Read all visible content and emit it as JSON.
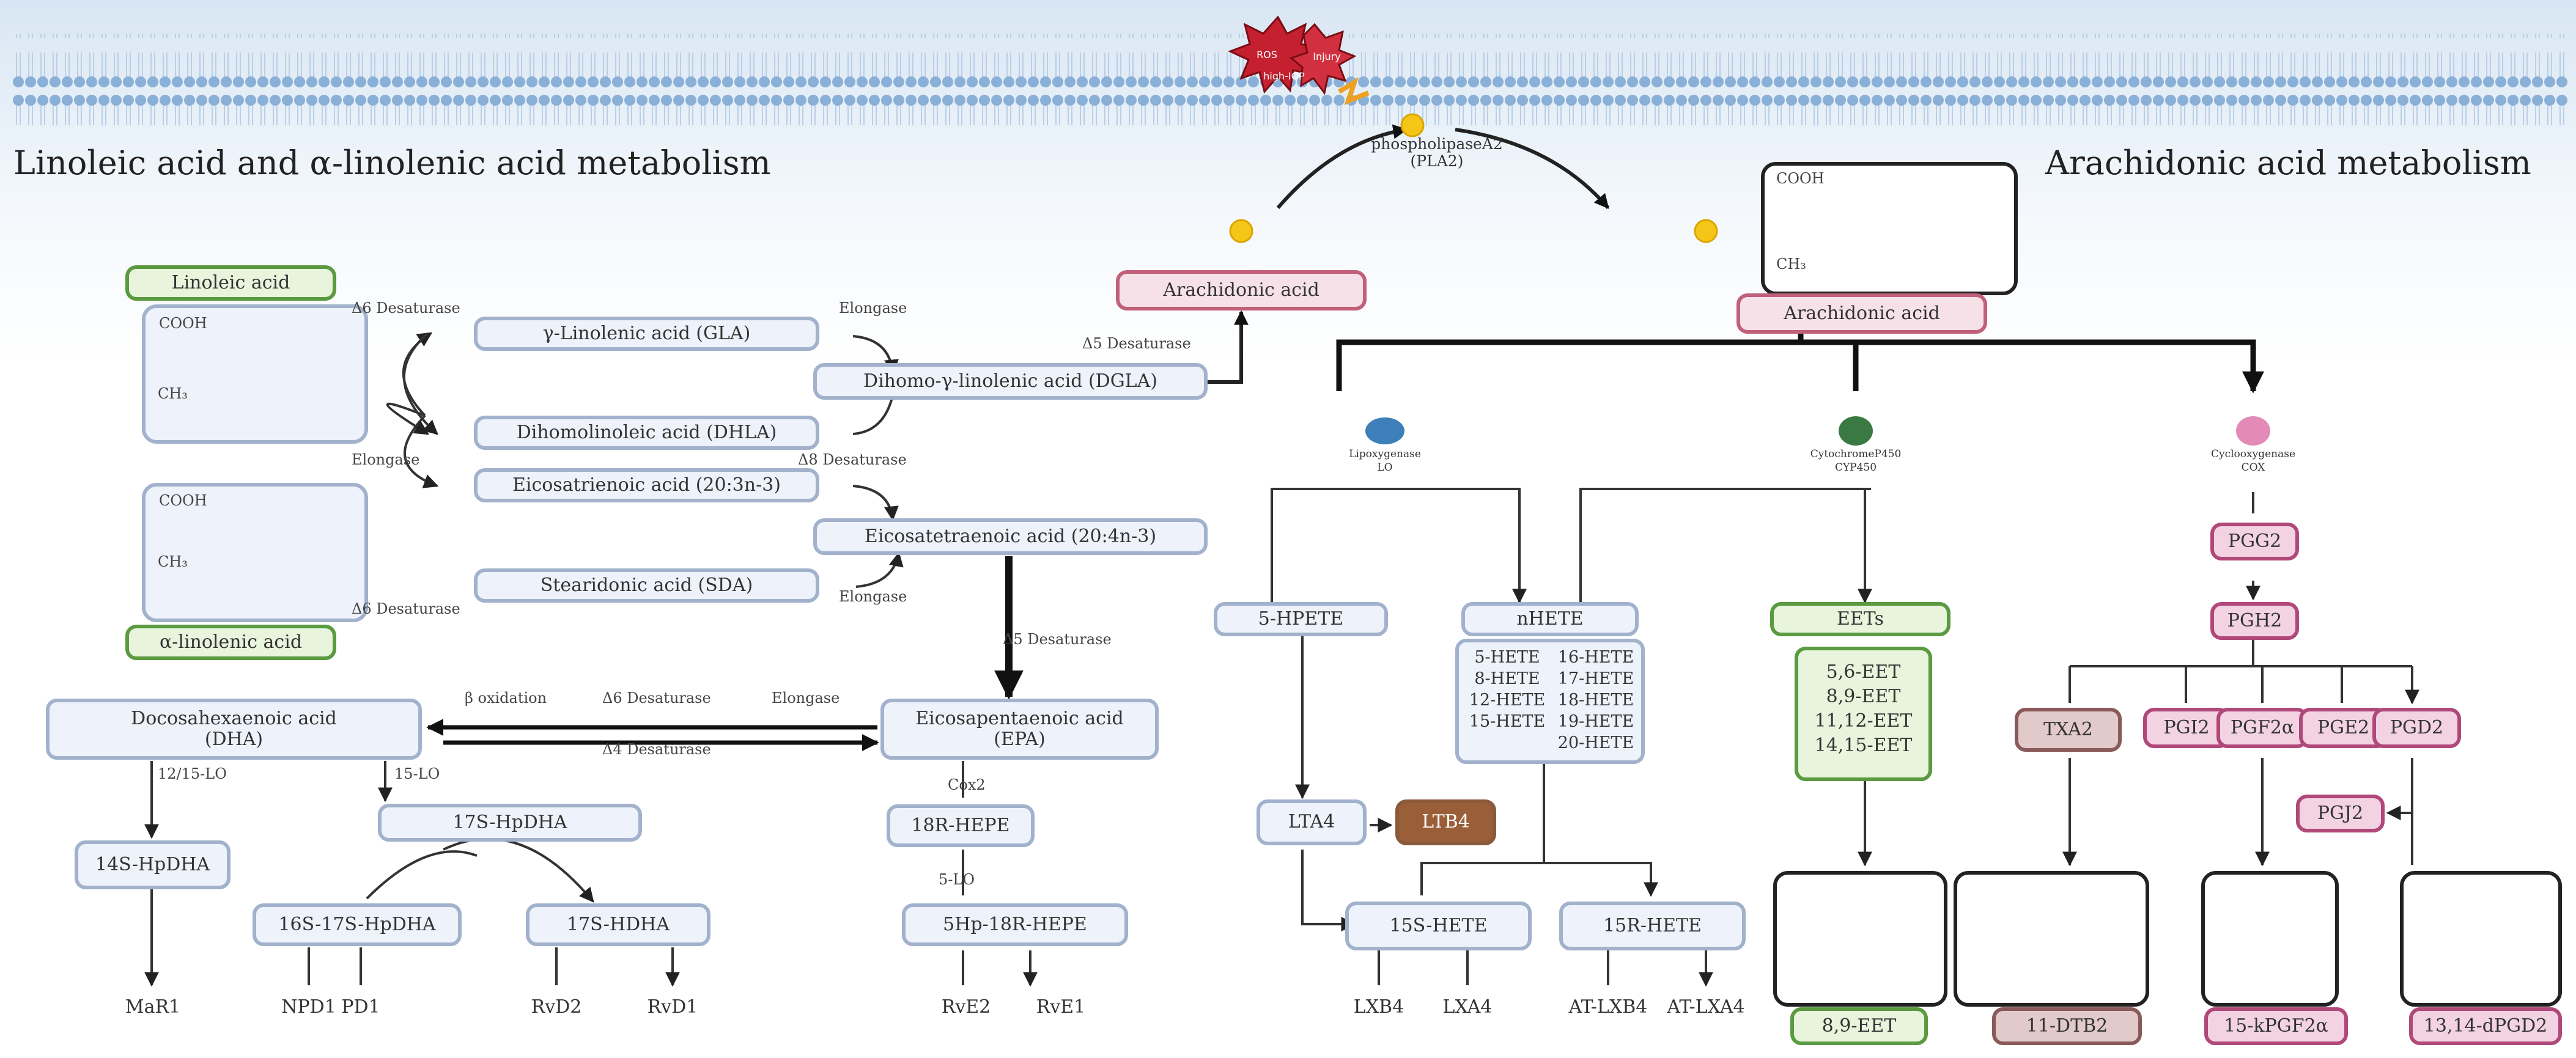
{
  "titles": {
    "left": "Linoleic acid and α-linolenic acid  metabolism",
    "right": "Arachidonic acid metabolism"
  },
  "membrane": {
    "badges": [
      "ROS",
      "Injury",
      "high-IOP"
    ],
    "pla2_line1": "phospholipaseA2",
    "pla2_line2": "(PLA2)"
  },
  "left": {
    "linoleic": "Linoleic acid",
    "alpha_linolenic": "α-linolenic acid",
    "gla": "γ-Linolenic acid (GLA)",
    "dhla": "Dihomolinoleic acid (DHLA)",
    "dgla": "Dihomo-γ-linolenic acid (DGLA)",
    "eicosatrienoic": "Eicosatrienoic acid (20:3n-3)",
    "eicosatetraenoic": "Eicosatetraenoic acid (20:4n-3)",
    "sda": "Stearidonic acid (SDA)",
    "arachidonic": "Arachidonic acid",
    "dha_line1": "Docosahexaenoic acid",
    "dha_line2": "(DHA)",
    "epa_line1": "Eicosapentaenoic acid",
    "epa_line2": "(EPA)",
    "hpdha17s": "17S-HpDHA",
    "hpdha14s": "14S-HpDHA",
    "hpdha16s17s": "16S-17S-HpDHA",
    "hdha17s": "17S-HDHA",
    "hepe18r": "18R-HEPE",
    "hepe5hp": "5Hp-18R-HEPE",
    "products": [
      "MaR1",
      "NPD1",
      "PD1",
      "RvD2",
      "RvD1",
      "RvE2",
      "RvE1"
    ]
  },
  "enzymes": {
    "d6_top": "Δ6 Desaturase",
    "elongase_mid": "Elongase",
    "d6_bottom": "Δ6 Desaturase",
    "elongase_top": "Elongase",
    "d5_top": "Δ5 Desaturase",
    "d8": "Δ8 Desaturase",
    "elongase_sda": "Elongase",
    "d5_mid": "Δ5 Desaturase",
    "beta_ox": "β oxidation",
    "d6_arrow": "Δ6 Desaturase",
    "elongase_arrow": "Elongase",
    "d4": "Δ4 Desaturase",
    "lo1215": "12/15-LO",
    "lo15": "15-LO",
    "cox2": "Cox2",
    "lo5": "5-LO"
  },
  "right": {
    "arachidonic": "Arachidonic acid",
    "lo_name": "Lipoxygenase",
    "lo_abbr": "LO",
    "cyp_name": "CytochromeP450",
    "cyp_abbr": "CYP450",
    "cox_name": "Cyclooxygenase",
    "cox_abbr": "COX",
    "hpete5": "5-HPETE",
    "nhete": "nHETE",
    "hete_col1": [
      "5-HETE",
      "8-HETE",
      "12-HETE",
      "15-HETE"
    ],
    "hete_col2": [
      "16-HETE",
      "17-HETE",
      "18-HETE",
      "19-HETE",
      "20-HETE"
    ],
    "eets": "EETs",
    "eet_list": [
      "5,6-EET",
      "8,9-EET",
      "11,12-EET",
      "14,15-EET"
    ],
    "pgg2": "PGG2",
    "pgh2": "PGH2",
    "txa2": "TXA2",
    "pgi2": "PGI2",
    "pgf2a": "PGF2α",
    "pge2": "PGE2",
    "pgd2": "PGD2",
    "pgj2": "PGJ2",
    "lta4": "LTA4",
    "ltb4": "LTB4",
    "hete15s": "15S-HETE",
    "hete15r": "15R-HETE",
    "lipoxins": [
      "LXB4",
      "LXA4",
      "AT-LXB4",
      "AT-LXA4"
    ],
    "eet89": "8,9-EET",
    "dtb2": "11-DTB2",
    "kpgf2a": "15-kPGF2α",
    "dpgd2": "13,14-dPGD2"
  },
  "structure_labels": {
    "cooh": "COOH",
    "ch3": "CH₃"
  }
}
